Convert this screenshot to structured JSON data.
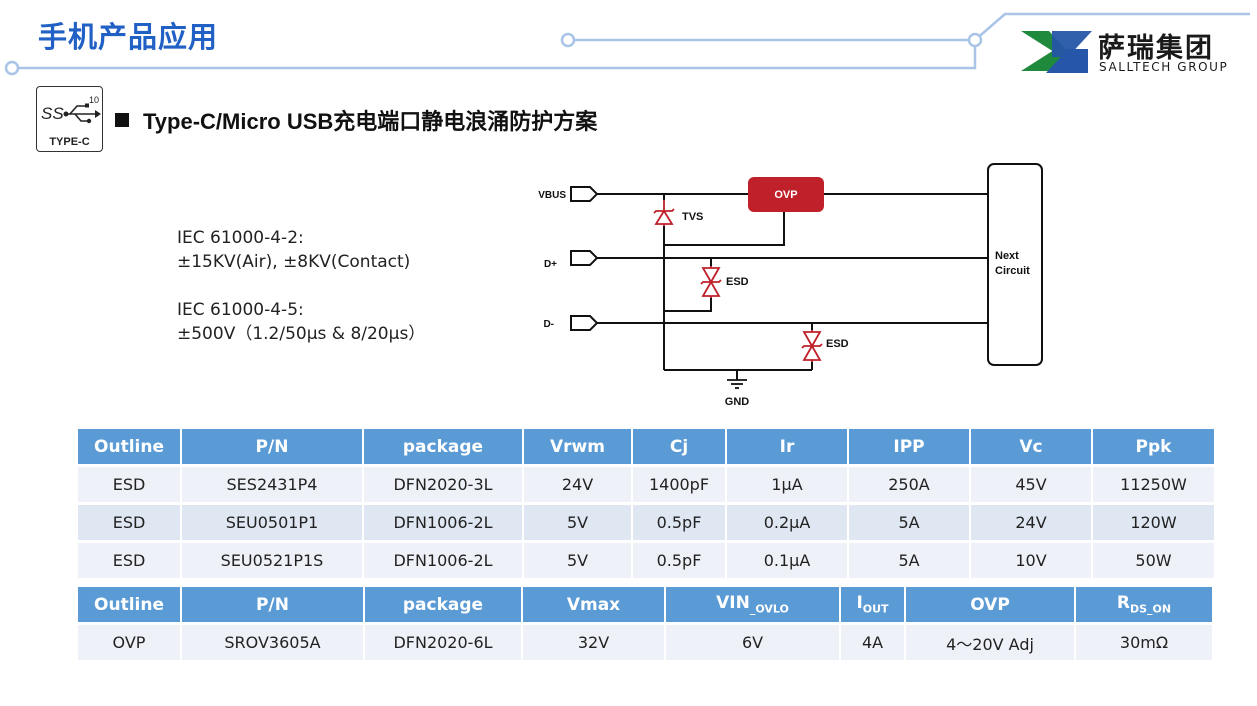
{
  "page_title": "手机产品应用",
  "logo": {
    "name_cn": "萨瑞集团",
    "name_en": "SALLTECH GROUP",
    "colors": [
      "#1f8a3c",
      "#2556a8"
    ]
  },
  "badge": {
    "ss": "SS",
    "num": "10",
    "label": "TYPE-C"
  },
  "section_heading": "Type-C/Micro USB充电端口静电浪涌防护方案",
  "specs": [
    {
      "std": "IEC 61000-4-2:",
      "value": "±15KV(Air), ±8KV(Contact)"
    },
    {
      "std": "IEC 61000-4-5:",
      "value": "±500V（1.2/50μs & 8/20μs）"
    }
  ],
  "circuit": {
    "ports": {
      "vbus": "VBUS",
      "dplus": "D+",
      "dminus": "D-"
    },
    "ovp": "OVP",
    "tvs": "TVS",
    "esd1": "ESD",
    "esd2": "ESD",
    "gnd": "GND",
    "next_line1": "Next",
    "next_line2": "Circuit",
    "colors": {
      "ovp_fill": "#c0202a",
      "diode": "#c0202a",
      "wire": "#111111"
    }
  },
  "table1": {
    "headers": [
      "Outline",
      "P/N",
      "package",
      "Vrwm",
      "Cj",
      "Ir",
      "IPP",
      "Vc",
      "Ppk"
    ],
    "rows": [
      [
        "ESD",
        "SES2431P4",
        "DFN2020-3L",
        "24V",
        "1400pF",
        "1μA",
        "250A",
        "45V",
        "11250W"
      ],
      [
        "ESD",
        "SEU0501P1",
        "DFN1006-2L",
        "5V",
        "0.5pF",
        "0.2μA",
        "5A",
        "24V",
        "120W"
      ],
      [
        "ESD",
        "SEU0521P1S",
        "DFN1006-2L",
        "5V",
        "0.5pF",
        "0.1μA",
        "5A",
        "10V",
        "50W"
      ]
    ]
  },
  "table2": {
    "headers": [
      {
        "main": "Outline",
        "sub": ""
      },
      {
        "main": "P/N",
        "sub": ""
      },
      {
        "main": "package",
        "sub": ""
      },
      {
        "main": "Vmax",
        "sub": ""
      },
      {
        "main": "VIN",
        "sub": "_OVLO"
      },
      {
        "main": "I",
        "sub": "OUT"
      },
      {
        "main": "OVP",
        "sub": ""
      },
      {
        "main": "R",
        "sub": "DS_ON"
      }
    ],
    "rows": [
      [
        "OVP",
        "SROV3605A",
        "DFN2020-6L",
        "32V",
        "6V",
        "4A",
        "4～20V Adj",
        "30mΩ"
      ]
    ]
  },
  "theme": {
    "title_blue": "#2160c4",
    "header_blue": "#5b9bd5",
    "line_blue": "#a9c4e6"
  }
}
